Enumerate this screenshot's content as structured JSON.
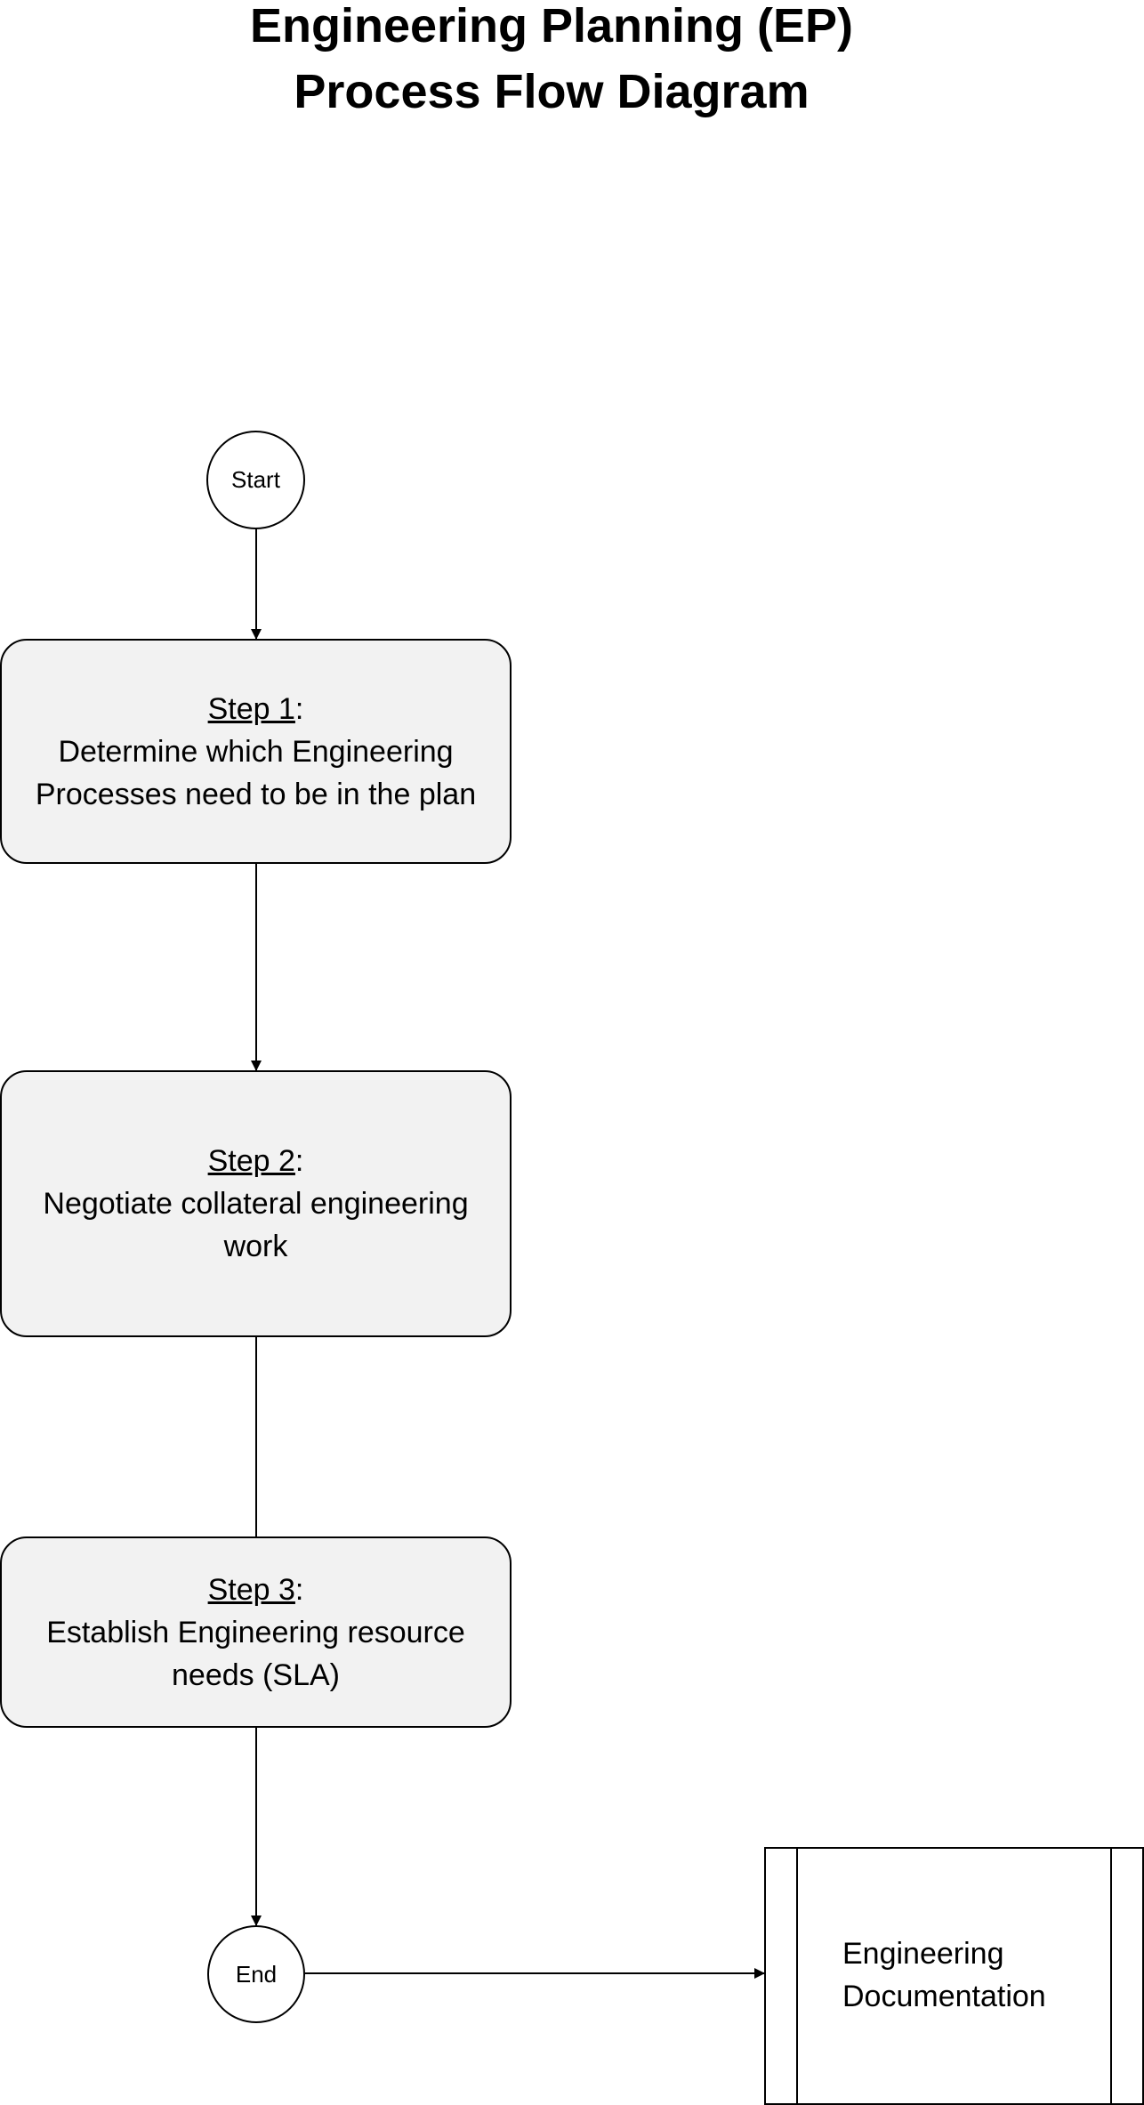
{
  "title": {
    "line1": "Engineering Planning (EP)",
    "line2": "Process Flow Diagram"
  },
  "nodes": {
    "start": "Start",
    "end": "End",
    "step1": {
      "head": "Step 1",
      "suffix": ":",
      "line1": "Determine which Engineering",
      "line2": "Processes need to be in the plan"
    },
    "step2": {
      "head": "Step 2",
      "suffix": ":",
      "line1": "Negotiate collateral engineering",
      "line2": "work"
    },
    "step3": {
      "head": "Step 3",
      "suffix": ":",
      "line1": "Establish Engineering resource",
      "line2": "needs (SLA)"
    },
    "document": {
      "line1": "Engineering",
      "line2": "Documentation"
    }
  }
}
